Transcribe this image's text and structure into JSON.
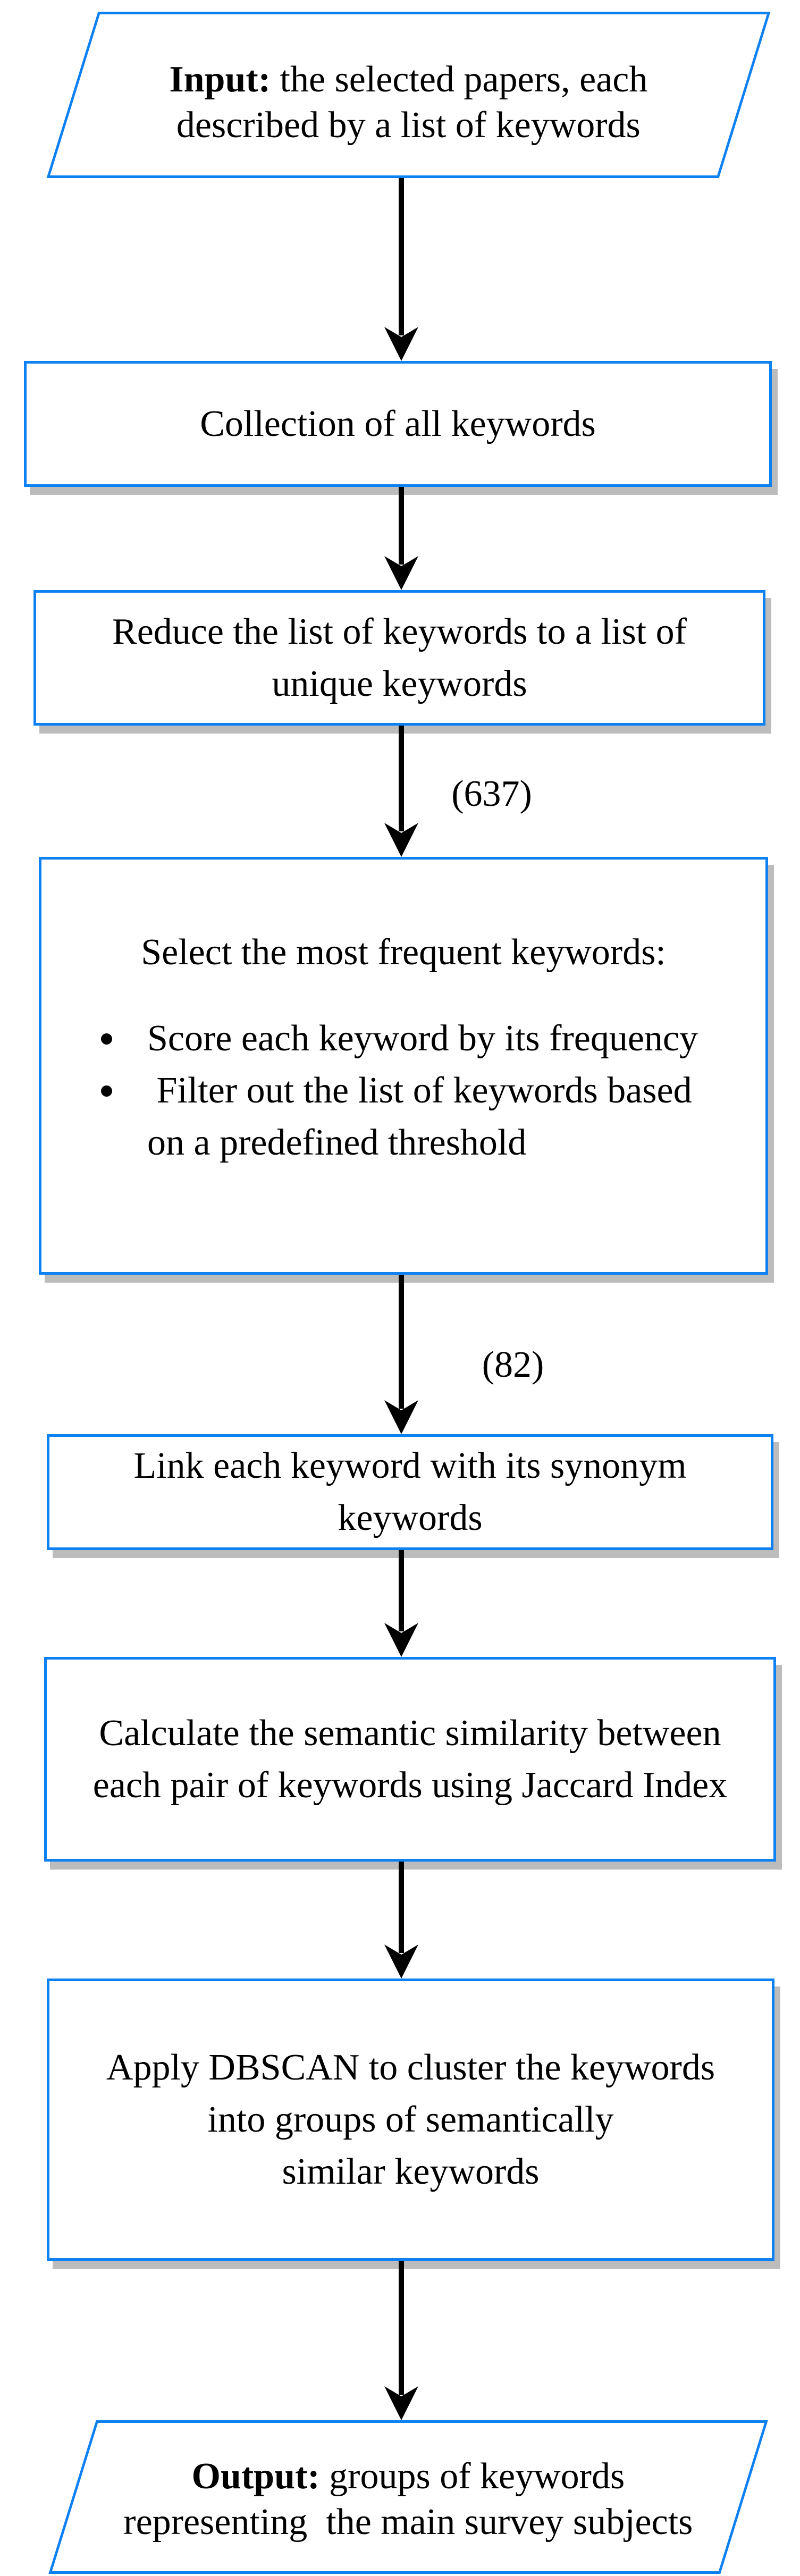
{
  "colors": {
    "accent": "#0d80f2",
    "shadow": "#bcbcbc",
    "arrow": "#000000"
  },
  "flow": {
    "input": {
      "bold": "Input:",
      "rest": " the selected papers, each",
      "line2": "described by a list of keywords"
    },
    "collection": {
      "line1": "Collection of all keywords"
    },
    "reduce": {
      "line1": "Reduce the list of keywords to a list of",
      "line2": "unique keywords"
    },
    "labels": {
      "unique_count": "(637)",
      "frequent_count": "(82)"
    },
    "select": {
      "title": "Select the most frequent keywords:",
      "bullets": [
        {
          "line1": "Score each keyword by its frequency"
        },
        {
          "line1": " Filter out the list of keywords based",
          "line2": "on a predefined threshold"
        }
      ]
    },
    "link": {
      "line1": "Link each keyword with its synonym",
      "line2": "keywords"
    },
    "similarity": {
      "line1": "Calculate the semantic similarity between",
      "line2": "each pair of keywords using Jaccard Index"
    },
    "dbscan": {
      "line1": "Apply DBSCAN to cluster the keywords",
      "line2": "into groups of semantically",
      "line3": "similar keywords"
    },
    "output": {
      "bold": "Output:",
      "rest": " groups of keywords",
      "line2": "representing  the main survey subjects"
    }
  }
}
